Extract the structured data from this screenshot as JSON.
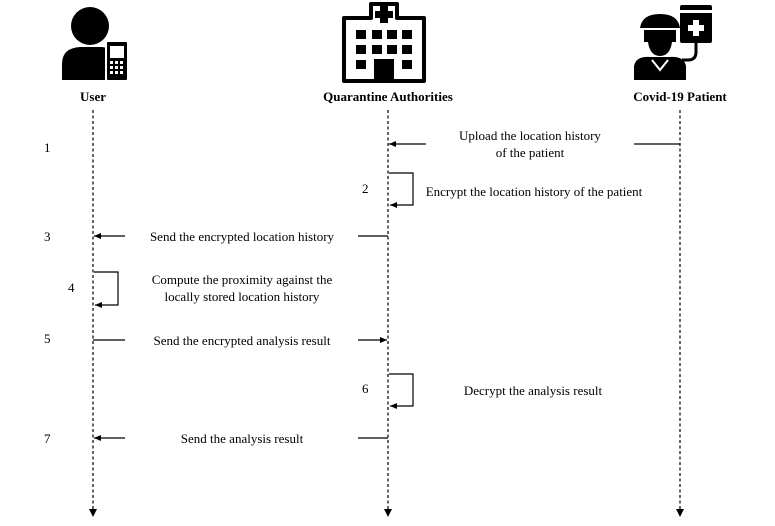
{
  "actors": {
    "user": {
      "label": "User",
      "icon": "user-with-phone-icon"
    },
    "authority": {
      "label": "Quarantine Authorities",
      "icon": "hospital-icon"
    },
    "patient": {
      "label": "Covid-19 Patient",
      "icon": "patient-with-iv-icon"
    }
  },
  "steps": [
    {
      "num": "1",
      "lines": [
        "Upload the location history",
        "of the patient"
      ]
    },
    {
      "num": "2",
      "lines": [
        "Encrypt the location history of the patient"
      ]
    },
    {
      "num": "3",
      "lines": [
        "Send the encrypted location history"
      ]
    },
    {
      "num": "4",
      "lines": [
        "Compute the proximity against the",
        "locally stored location history"
      ]
    },
    {
      "num": "5",
      "lines": [
        "Send the encrypted analysis result"
      ]
    },
    {
      "num": "6",
      "lines": [
        "Decrypt the analysis result"
      ]
    },
    {
      "num": "7",
      "lines": [
        "Send the analysis result"
      ]
    }
  ]
}
